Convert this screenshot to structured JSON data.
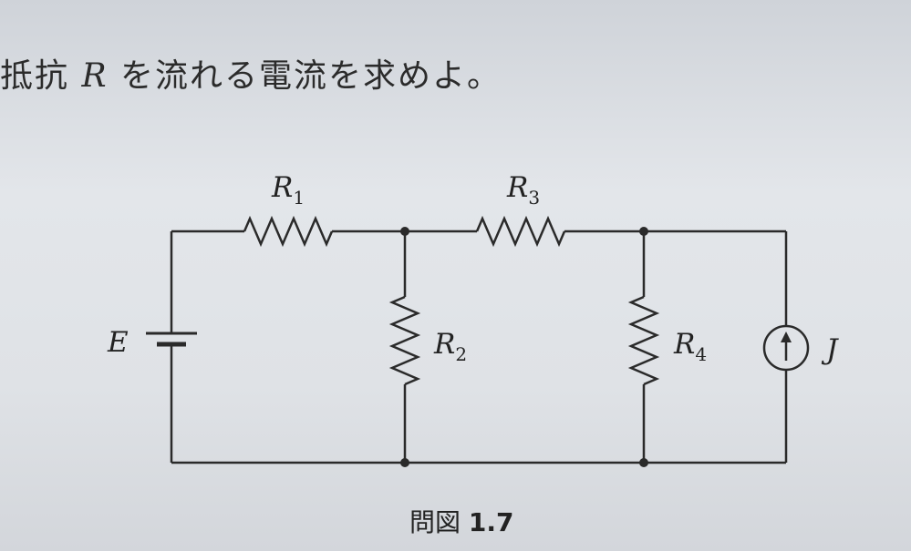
{
  "problem": {
    "text_prefix": "抵抗",
    "variable": "R",
    "text_suffix": "を流れる電流を求めよ。"
  },
  "circuit": {
    "labels": {
      "E": "E",
      "R1": {
        "main": "R",
        "sub": "1"
      },
      "R2": {
        "main": "R",
        "sub": "2"
      },
      "R3": {
        "main": "R",
        "sub": "3"
      },
      "R4": {
        "main": "R",
        "sub": "4"
      },
      "J": "J"
    }
  },
  "caption": {
    "prefix": "問図",
    "number": "1.7"
  }
}
